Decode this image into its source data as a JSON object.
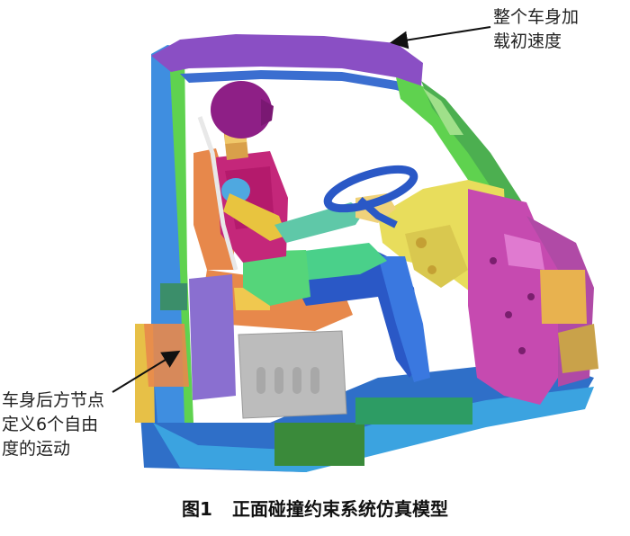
{
  "figure": {
    "annotation_top": "整个车身加\n载初速度",
    "annotation_bottom": "车身后方节点\n定义6个自由\n度的运动",
    "caption_number": "图1",
    "caption_title": "正面碰撞约束系统仿真模型"
  },
  "colors": {
    "roof": "#8a4fc4",
    "pillar_blue": "#3f8ee0",
    "green_frame": "#5fd24f",
    "dummy_head": "#8e1f86",
    "torso": "#c4277a",
    "seat_orange": "#e7884b",
    "pelvis_green": "#55d57a",
    "leg_blue": "#2a58c6",
    "dash_yellow": "#e8dd5c",
    "front_magenta": "#c64ab0",
    "gray_box": "#bcbcbc",
    "floor_blue": "#3ba3e0",
    "sill_dark_green": "#3a8a3a",
    "annotation_arrow": "#111111"
  }
}
